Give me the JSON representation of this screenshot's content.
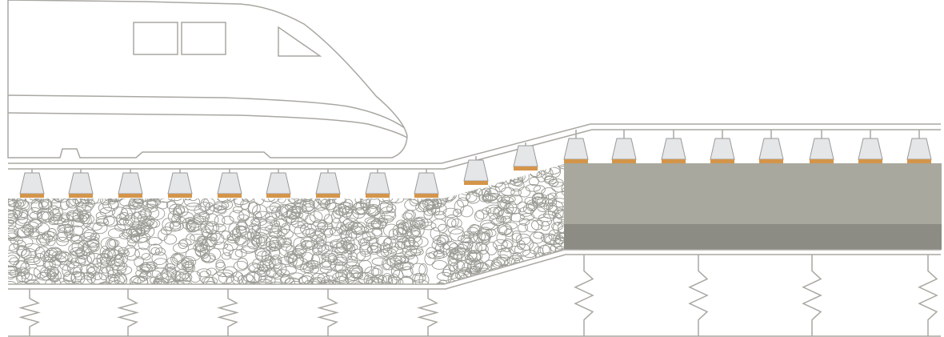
{
  "diagram": {
    "subject": "train-track-transition",
    "colors": {
      "line": "#a9a7a1",
      "slab": "#a8a89e",
      "slab_base": "#8c8c84",
      "sleeper": "#e4e6e8",
      "pad": "#d4954a",
      "ballast": "#9a9a94"
    },
    "left_sleeper_count": 9,
    "ramp_sleeper_count": 2,
    "right_sleeper_count": 8,
    "left_spring_count": 5,
    "right_spring_count": 4
  }
}
